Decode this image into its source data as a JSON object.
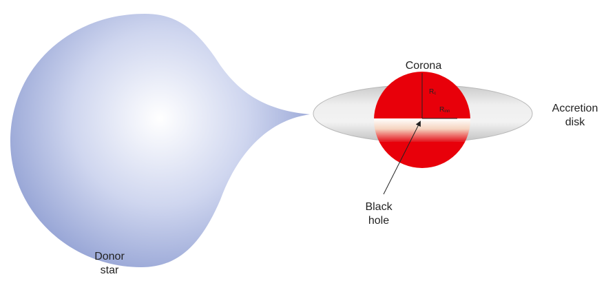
{
  "labels": {
    "corona": "Corona",
    "accretion_disk_line1": "Accretion",
    "accretion_disk_line2": "disk",
    "black_hole_line1": "Black",
    "black_hole_line2": "hole",
    "donor_star_line1": "Donor",
    "donor_star_line2": "star",
    "rc_main": "R",
    "rc_sub": "c",
    "rinn_main": "R",
    "rinn_sub": "inn"
  },
  "colors": {
    "donor_star_center": "#ffffff",
    "donor_star_edge": "#98a6d6",
    "corona": "#e8000a",
    "disk_light": "#f2f2f2",
    "disk_dark": "#c4c4c4",
    "inner_glow": "#fbe3d2"
  }
}
